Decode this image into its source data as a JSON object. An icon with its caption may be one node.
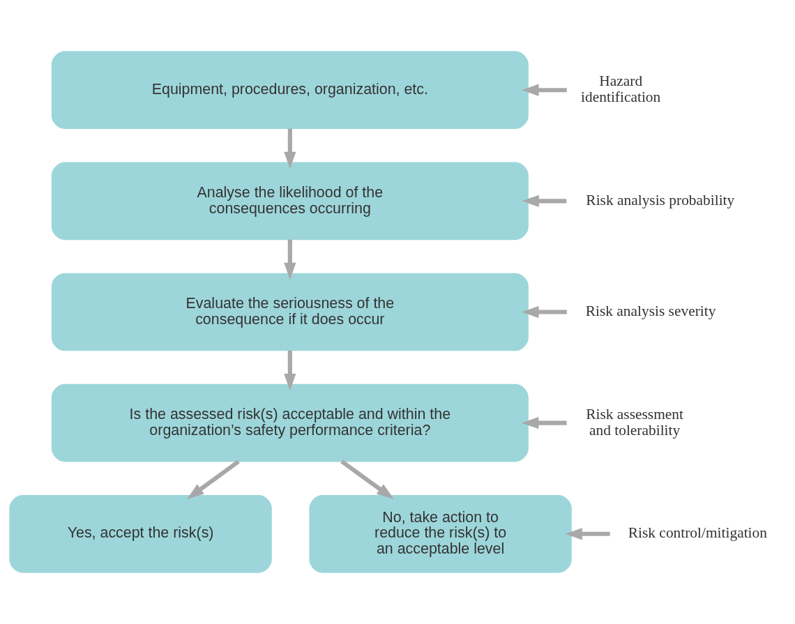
{
  "diagram": {
    "nodes": [
      {
        "text": [
          "Equipment, procedures, organization, etc."
        ]
      },
      {
        "text": [
          "Analyse the likelihood of the consequences occurring"
        ]
      },
      {
        "text": [
          "Evaluate the seriousness of the consequence if it does occur"
        ]
      },
      {
        "text": [
          "Is the assessed risk(s) acceptable and within the organization’s safety performance criteria?"
        ]
      },
      {
        "text": [
          "Yes, accept the risk(s)"
        ]
      },
      {
        "text": [
          "No, take action to reduce the risk(s) to an acceptable level"
        ]
      },
      {
        "text": [
          "Hazard identification"
        ]
      },
      {
        "text": [
          "Risk analysis probability"
        ]
      },
      {
        "text": [
          "Risk analysis severity"
        ]
      },
      {
        "text": [
          "Risk assessment and tolerability"
        ]
      },
      {
        "text": [
          "Risk control/mitigation"
        ]
      }
    ],
    "edges": [
      {
        "from": 0,
        "to": 1,
        "arrow": "to"
      },
      {
        "from": 1,
        "to": 2,
        "arrow": "to"
      },
      {
        "from": 2,
        "to": 3,
        "arrow": "to"
      },
      {
        "from": 3,
        "to": 4,
        "arrow": "to"
      },
      {
        "from": 3,
        "to": 5,
        "arrow": "to"
      },
      {
        "from": 6,
        "to": 0,
        "arrow": "to"
      },
      {
        "from": 7,
        "to": 1,
        "arrow": "to"
      },
      {
        "from": 8,
        "to": 2,
        "arrow": "to"
      },
      {
        "from": 9,
        "to": 3,
        "arrow": "to"
      },
      {
        "from": 10,
        "to": 5,
        "arrow": "to"
      }
    ]
  }
}
